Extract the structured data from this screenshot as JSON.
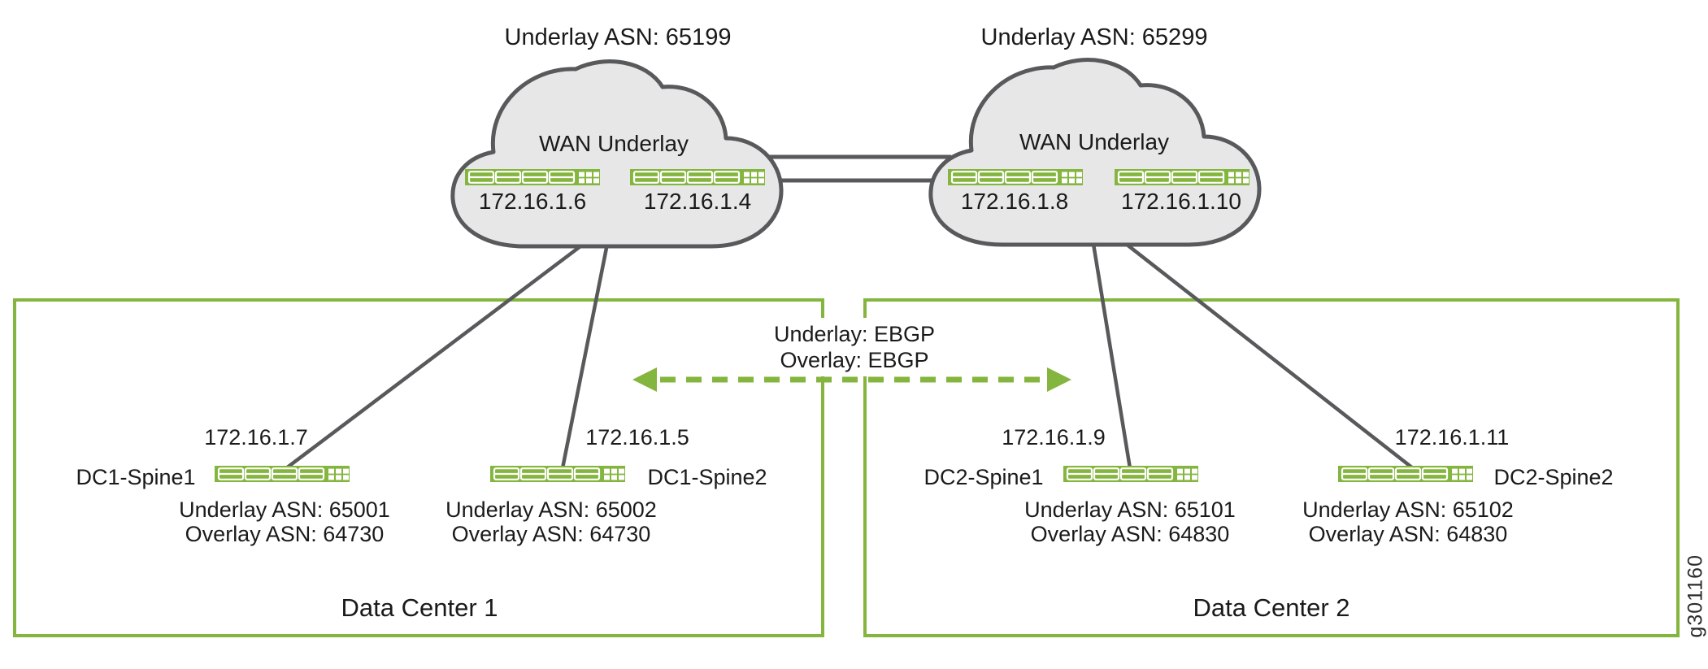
{
  "diagram": {
    "wan_clouds": [
      {
        "asn_label": "Underlay ASN: 65199",
        "name": "WAN Underlay",
        "routers": [
          {
            "ip": "172.16.1.6"
          },
          {
            "ip": "172.16.1.4"
          }
        ]
      },
      {
        "asn_label": "Underlay ASN: 65299",
        "name": "WAN Underlay",
        "routers": [
          {
            "ip": "172.16.1.8"
          },
          {
            "ip": "172.16.1.10"
          }
        ]
      }
    ],
    "data_centers": [
      {
        "name": "Data Center 1",
        "spines": [
          {
            "name": "DC1-Spine1",
            "ip": "172.16.1.7",
            "underlay_asn": "Underlay ASN: 65001",
            "overlay_asn": "Overlay ASN: 64730"
          },
          {
            "name": "DC1-Spine2",
            "ip": "172.16.1.5",
            "underlay_asn": "Underlay ASN: 65002",
            "overlay_asn": "Overlay ASN: 64730"
          }
        ]
      },
      {
        "name": "Data Center 2",
        "spines": [
          {
            "name": "DC2-Spine1",
            "ip": "172.16.1.9",
            "underlay_asn": "Underlay ASN: 65101",
            "overlay_asn": "Overlay ASN: 64830"
          },
          {
            "name": "DC2-Spine2",
            "ip": "172.16.1.11",
            "underlay_asn": "Underlay ASN: 65102",
            "overlay_asn": "Overlay ASN: 64830"
          }
        ]
      }
    ],
    "interconnect_label": {
      "line1": "Underlay: EBGP",
      "line2": "Overlay: EBGP"
    },
    "figure_id": "g301160",
    "colors": {
      "green": "#84B53E",
      "gray": "#58595B",
      "cloud_fill": "#E7E7E8",
      "text": "#1A1A1A"
    }
  }
}
